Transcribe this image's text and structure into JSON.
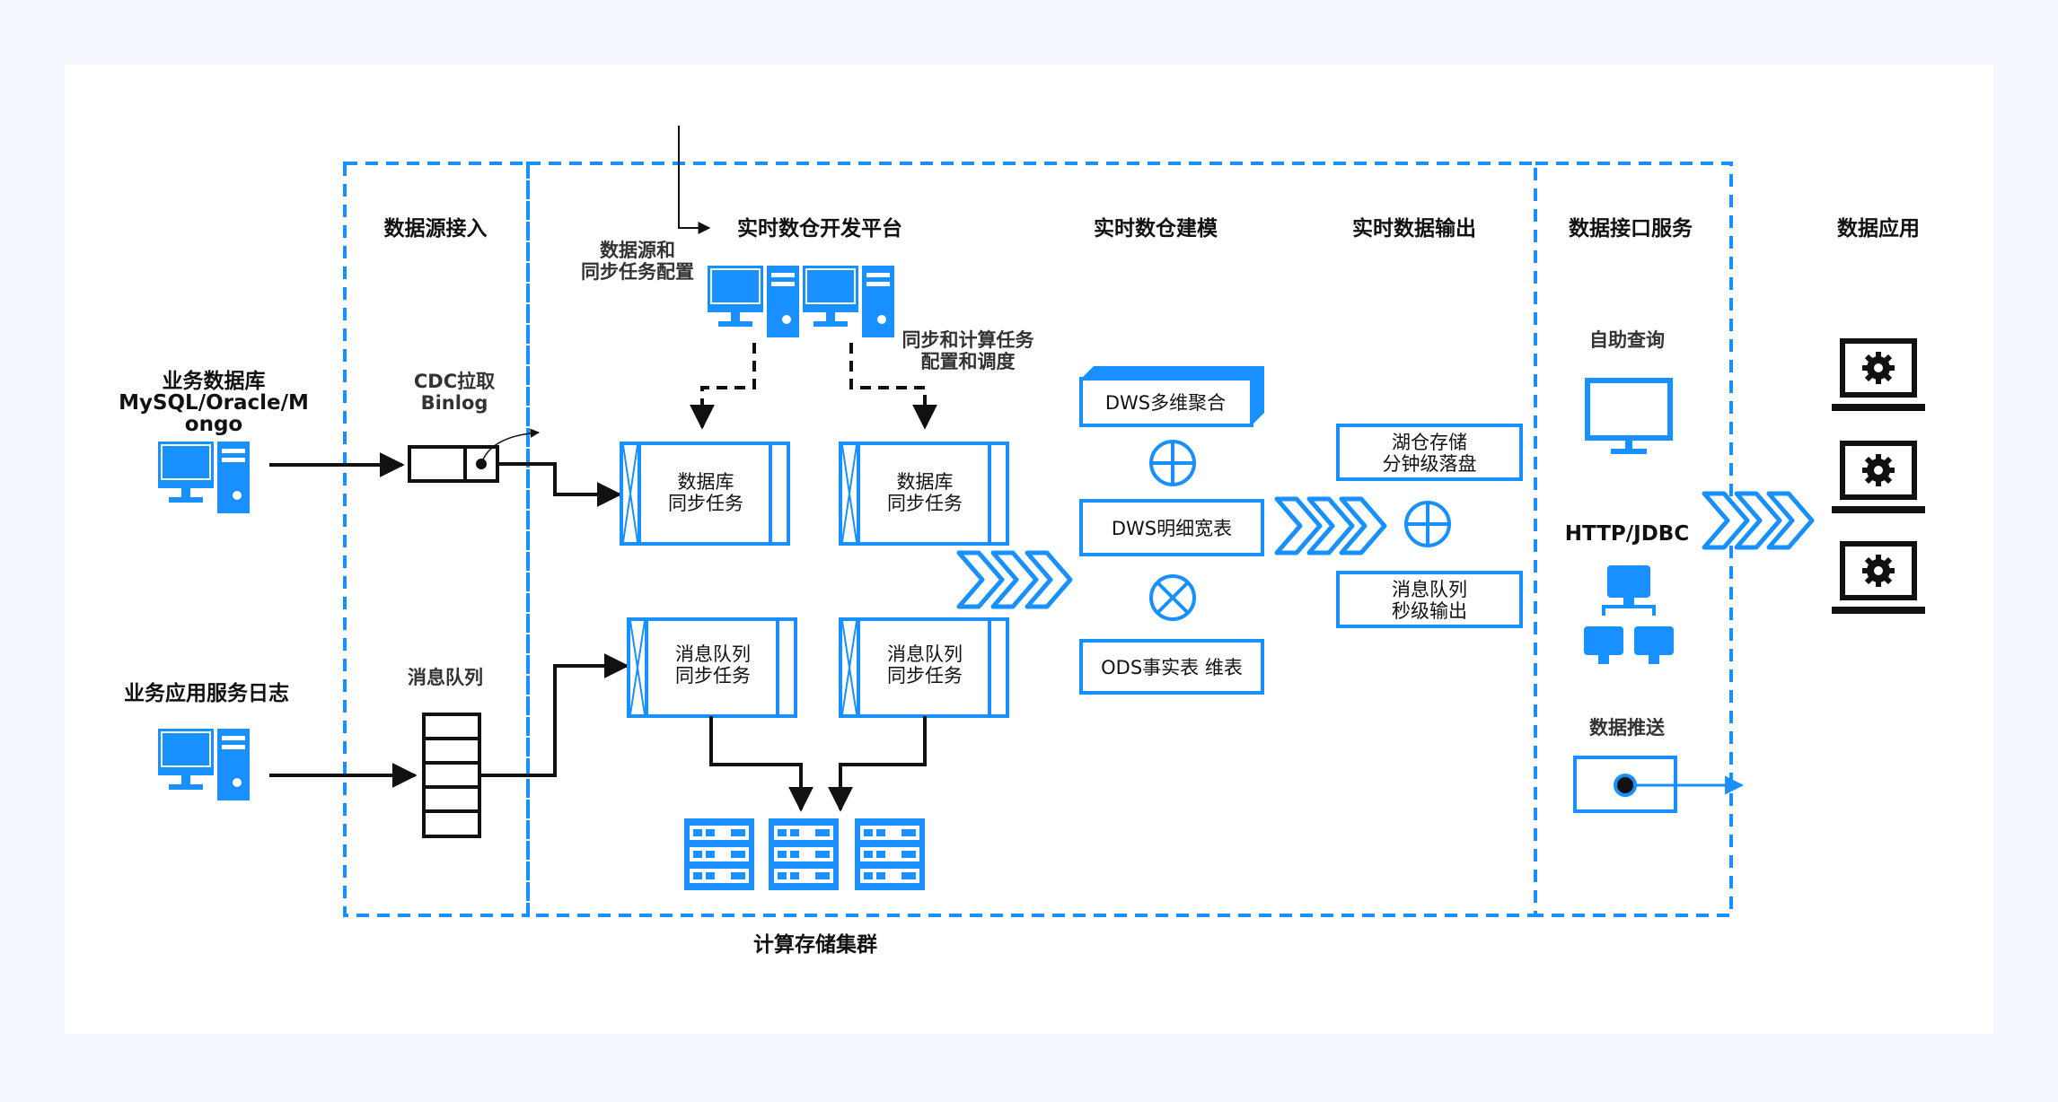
{
  "colors": {
    "page_bg": "#f4f7fd",
    "card_bg": "#ffffff",
    "accent_blue": "#1890ff",
    "line": "#111111"
  },
  "headers": {
    "source_access": "数据源接入",
    "dev_platform": "实时数仓开发平台",
    "modeling": "实时数仓建模",
    "output": "实时数据输出",
    "api_service": "数据接口服务",
    "apps": "数据应用"
  },
  "left": {
    "business_db": [
      "业务数据库",
      "MySQL/Oracle/M",
      "ongo"
    ],
    "app_logs": "业务应用服务日志"
  },
  "access": {
    "cdc": [
      "CDC拉取",
      "Binlog"
    ],
    "mq": "消息队列"
  },
  "platform": {
    "datasource_config": [
      "数据源和",
      "同步任务配置"
    ],
    "compute_config": [
      "同步和计算任务",
      "配置和调度"
    ],
    "db_sync_task": [
      "数据库",
      "同步任务"
    ],
    "mq_sync_task": [
      "消息队列",
      "同步任务"
    ]
  },
  "modeling": {
    "dws_agg": "DWS多维聚合",
    "dws_wide": "DWS明细宽表",
    "ods_fact": "ODS事实表 维表"
  },
  "output": {
    "lake": [
      "湖仓存储",
      "分钟级落盘"
    ],
    "mq_out": [
      "消息队列",
      "秒级输出"
    ]
  },
  "api": {
    "self_query": "自助查询",
    "http_jdbc": "HTTP/JDBC",
    "push": "数据推送"
  },
  "cluster": "计算存储集群",
  "icons": [
    "desktop-computer-icon",
    "server-rack-icon",
    "monitor-icon",
    "network-tree-icon",
    "laptop-gear-icon",
    "plus-circle-icon",
    "times-circle-icon",
    "chevron-arrows-icon"
  ]
}
